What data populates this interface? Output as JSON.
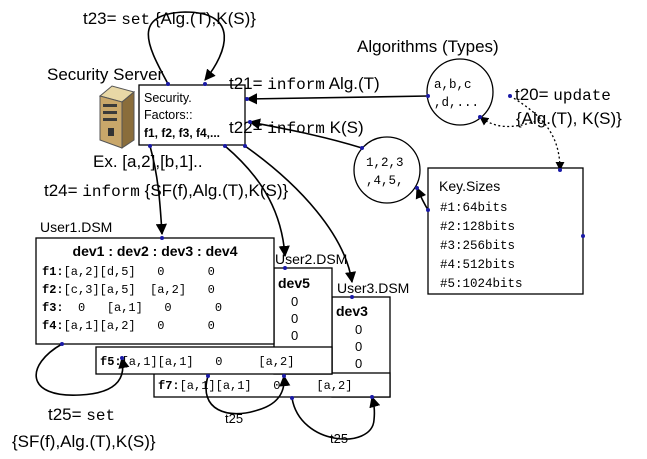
{
  "transitions": {
    "t23": {
      "name": "t23= ",
      "action": "set",
      "args": "{Alg.(T),K(S)}"
    },
    "t21": {
      "name": "t21= ",
      "action": "inform",
      "args": "Alg.(T)"
    },
    "t22": {
      "name": "t22= ",
      "action": "inform",
      "args": "K(S)"
    },
    "t20": {
      "name": "t20= ",
      "action": "update",
      "args": "{Alg.(T), K(S)}"
    },
    "t24": {
      "name": "t24= ",
      "action": "inform",
      "args": "{SF(f),Alg.(T),K(S)}"
    },
    "t25": {
      "name": "t25= ",
      "action": "set",
      "args": "{SF(f),Alg.(T),K(S)}"
    },
    "t25_small_a": "t25",
    "t25_small_b": "t25"
  },
  "server": {
    "title": "Security Server",
    "factors_line1": "Security.",
    "factors_line2": "Factors::",
    "factors_line3": "f1, f2, f3, f4,...",
    "example": "Ex. [a,2],[b,1].."
  },
  "algorithms": {
    "title": "Algorithms (Types)",
    "line1": "a,b,c",
    "line2": ",d,..."
  },
  "numbers_circle": {
    "line1": "1,2,3",
    "line2": ",4,5,"
  },
  "key_sizes": {
    "title": "Key.Sizes",
    "items": [
      "#1:64bits",
      "#2:128bits",
      "#3:256bits",
      "#4:512bits",
      "#5:1024bits"
    ]
  },
  "dsm1": {
    "label": "User1.DSM",
    "header": "dev1 : dev2 : dev3 : dev4",
    "rows": [
      {
        "f": "f1:",
        "cells": "[a,2][d,5]   0      0"
      },
      {
        "f": "f2:",
        "cells": "[c,3][a,5]  [a,2]   0"
      },
      {
        "f": "f3:",
        "cells": "  0   [a,1]   0      0"
      },
      {
        "f": "f4:",
        "cells": "[a,1][a,2]   0      0"
      }
    ]
  },
  "dsm2": {
    "label": "User2.DSM",
    "header": "dev5",
    "col": [
      "0",
      "0",
      "0"
    ],
    "row_f": "f5:",
    "row_cells": "[a,1][a,1]   0     [a,2]"
  },
  "dsm3": {
    "label": "User3.DSM",
    "header": "dev3",
    "col": [
      "0",
      "0",
      "0"
    ],
    "row_f": "f7:",
    "row_cells": "[a,1][a,1]   0     [a,2]"
  },
  "colors": {
    "line": "#000000",
    "marker": "#1a1aa6",
    "server_body": "#c9a76a"
  }
}
